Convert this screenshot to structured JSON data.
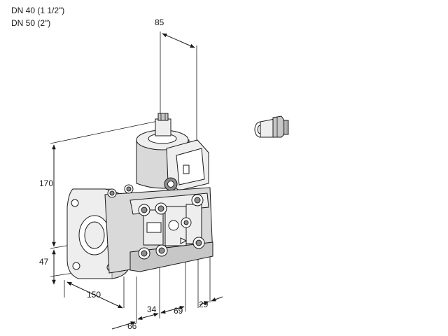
{
  "title_lines": [
    "DN 40 (1 1/2\")",
    "DN 50 (2\")"
  ],
  "dimensions": {
    "top_width": "85",
    "height": "170",
    "lower_height": "47",
    "flange_depth": "150",
    "base_offset": "66",
    "module_a": "34",
    "module_b": "69",
    "module_c": "29"
  },
  "icons": {
    "main": "gas-valve-assembly",
    "accessory": "cable-gland-icon"
  }
}
